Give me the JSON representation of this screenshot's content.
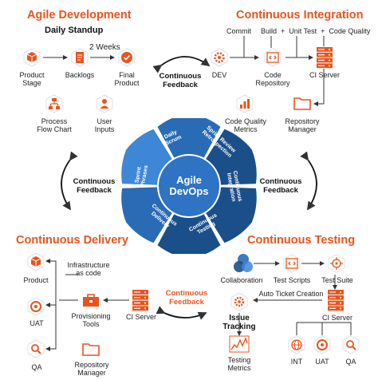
{
  "sections": {
    "agile_development": {
      "title": "Agile Development",
      "subtitle": "Daily Standup",
      "two_weeks": "2 Weeks",
      "nodes": {
        "product_stage": "Product\nStage",
        "backlogs": "Backlogs",
        "final_product": "Final\nProduct",
        "process_flow_chart": "Process\nFlow Chart",
        "user_inputs": "User\nInputs"
      }
    },
    "continuous_integration": {
      "title": "Continuous Integration",
      "commit": "Commit",
      "build_line": "Build  +  Unit Test  +  Code Quality",
      "nodes": {
        "dev": "DEV",
        "code_repository": "Code\nRepository",
        "ci_server": "CI Server",
        "code_quality_metrics": "Code Quality\nMetrics",
        "repository_manager": "Repository\nManager"
      }
    },
    "continuous_delivery": {
      "title": "Continuous Delivery",
      "nodes": {
        "product": "Product",
        "infrastructure": "Infrastructure\nas code",
        "uat": "UAT",
        "provisioning_tools": "Provisioning\nTools",
        "ci_server": "CI Server",
        "qa": "QA",
        "repository_manager": "Repository\nManager"
      }
    },
    "continuous_testing": {
      "title": "Continuous Testing",
      "auto_ticket": "Auto Ticket Creation",
      "nodes": {
        "collaboration": "Collaboration",
        "test_scripts": "Test Scripts",
        "test_suite": "Test Suite",
        "issue_tracking": "Issue\nTracking",
        "ci_server": "CI Server",
        "testing_metrics": "Testing\nMetrics",
        "int": "INT",
        "uat": "UAT",
        "qa": "QA"
      }
    }
  },
  "feedback": {
    "top": "Continuous\nFeedback",
    "left": "Continuous\nFeedback",
    "right": "Continuous\nFeedback",
    "bottom": "Continuous\nFeedback"
  },
  "cycle": {
    "center": "Agile\nDevOps",
    "segments": [
      "Daily\nScrum",
      "Sprint Review\nRetrospection",
      "Continuous\nIntegration",
      "Continuous\nTesting",
      "Continuous\nDelivery",
      "Sprint\nPhrases"
    ]
  },
  "colors": {
    "accent": "#e8541e",
    "blue_dark": "#1b4f8a",
    "blue_mid": "#2a6bb5",
    "blue_light": "#3e86d6"
  }
}
